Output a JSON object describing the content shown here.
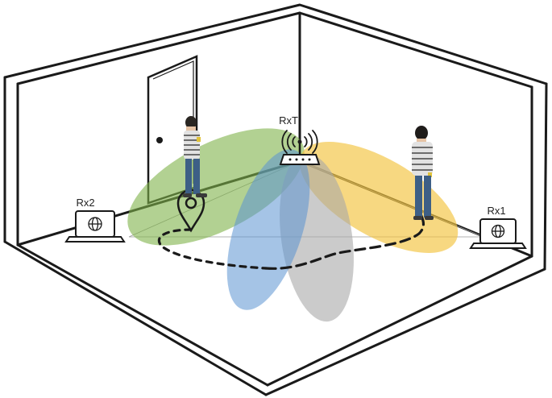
{
  "labels": {
    "transmitter": "RxT",
    "receiver_1": "Rx1",
    "receiver_2": "Rx2"
  },
  "zones": [
    {
      "name": "green-zone",
      "color": "#7fb24a"
    },
    {
      "name": "blue-zone",
      "color": "#5b93d1"
    },
    {
      "name": "gray-zone",
      "color": "#a8a8a8"
    },
    {
      "name": "yellow-zone",
      "color": "#f3c33d"
    }
  ],
  "icons": [
    "router-icon",
    "wifi-signal-icon",
    "laptop-icon",
    "location-pin-icon",
    "person-figure"
  ]
}
